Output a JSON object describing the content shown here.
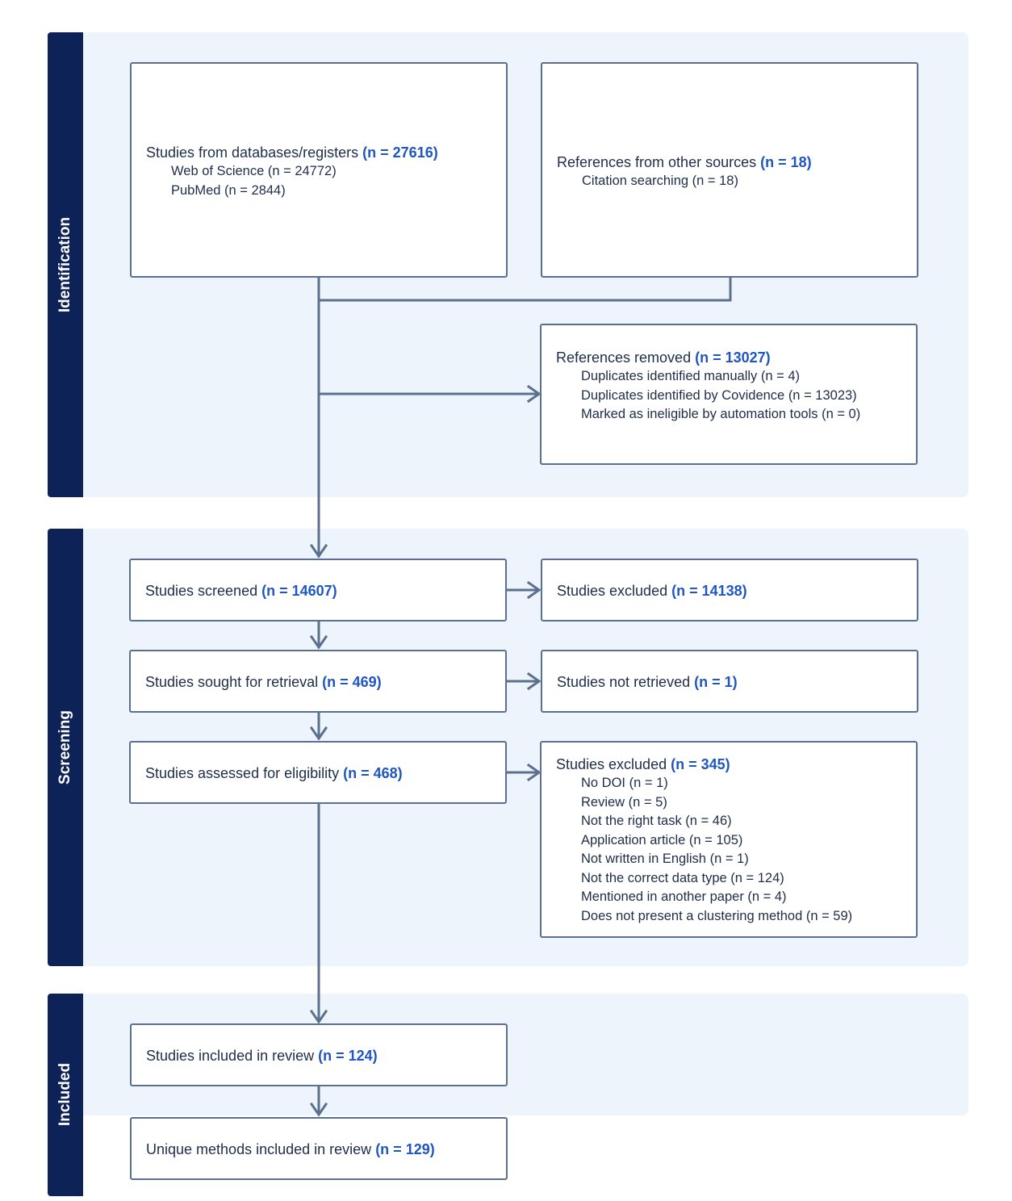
{
  "phases": {
    "identification": "Identification",
    "screening": "Screening",
    "included": "Included"
  },
  "boxes": {
    "databases": {
      "label": "Studies from databases/registers",
      "count": "(n = 27616)",
      "items": [
        "Web of Science (n = 24772)",
        "PubMed (n = 2844)"
      ]
    },
    "other_sources": {
      "label": "References from other sources",
      "count": "(n = 18)",
      "items": [
        "Citation searching (n = 18)"
      ]
    },
    "removed": {
      "label": "References removed",
      "count": "(n = 13027)",
      "items": [
        "Duplicates identified manually (n = 4)",
        "Duplicates identified by Covidence (n = 13023)",
        "Marked as ineligible by automation tools (n = 0)"
      ]
    },
    "screened": {
      "label": "Studies screened",
      "count": "(n = 14607)"
    },
    "screen_excluded": {
      "label": "Studies excluded",
      "count": "(n = 14138)"
    },
    "retrieval": {
      "label": "Studies sought for retrieval",
      "count": "(n = 469)"
    },
    "not_retrieved": {
      "label": "Studies not retrieved",
      "count": "(n = 1)"
    },
    "eligibility": {
      "label": "Studies assessed for eligibility",
      "count": "(n = 468)"
    },
    "elig_excluded": {
      "label": "Studies excluded",
      "count": "(n = 345)",
      "items": [
        "No DOI (n = 1)",
        "Review (n = 5)",
        "Not the right task (n = 46)",
        "Application article (n = 105)",
        "Not written in English (n = 1)",
        "Not the correct data type (n = 124)",
        "Mentioned in another paper (n = 4)",
        "Does not  present a clustering method (n = 59)"
      ]
    },
    "included": {
      "label": "Studies included in review",
      "count": "(n = 124)"
    },
    "methods": {
      "label": "Unique methods included in review",
      "count": "(n = 129)"
    }
  },
  "colors": {
    "phase_bar": "#0d2257",
    "panel": "#eef4fc",
    "box_border": "#5b6f8e",
    "count_text": "#1f56c2",
    "connector": "#5b6f8e"
  }
}
